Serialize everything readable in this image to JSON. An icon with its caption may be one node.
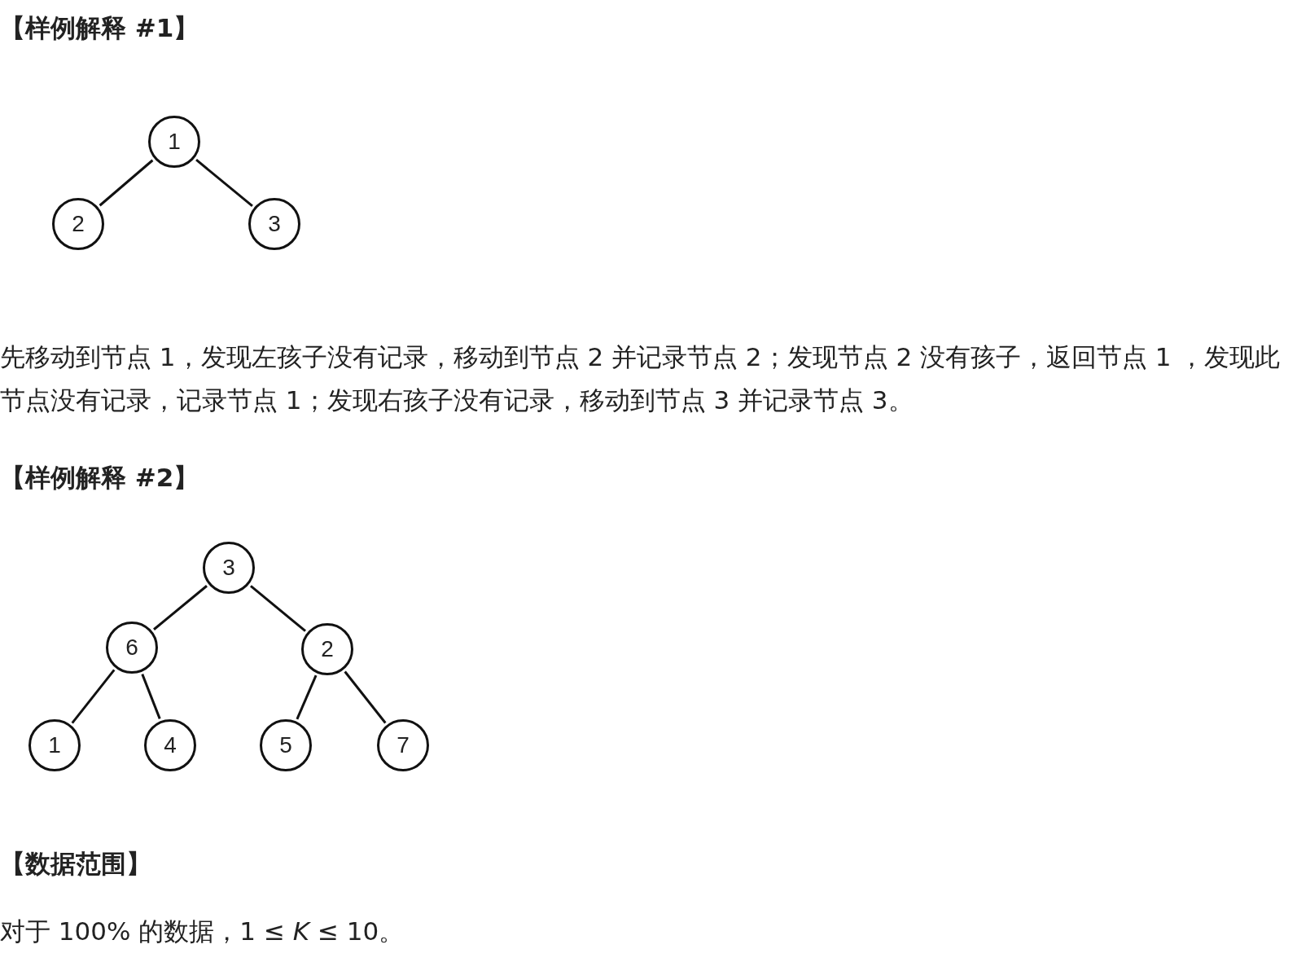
{
  "diagram": {
    "nodes": [
      {
        "text": [
          "1"
        ]
      },
      {
        "text": [
          "2"
        ]
      },
      {
        "text": [
          "3"
        ]
      },
      {
        "text": [
          "3"
        ]
      },
      {
        "text": [
          "6"
        ]
      },
      {
        "text": [
          "2"
        ]
      },
      {
        "text": [
          "1"
        ]
      },
      {
        "text": [
          "4"
        ]
      },
      {
        "text": [
          "5"
        ]
      },
      {
        "text": [
          "7"
        ]
      }
    ],
    "edges": [
      {
        "from": 0,
        "to": 1,
        "arrow": "none"
      },
      {
        "from": 0,
        "to": 2,
        "arrow": "none"
      },
      {
        "from": 3,
        "to": 4,
        "arrow": "none"
      },
      {
        "from": 3,
        "to": 5,
        "arrow": "none"
      },
      {
        "from": 4,
        "to": 6,
        "arrow": "none"
      },
      {
        "from": 4,
        "to": 7,
        "arrow": "none"
      },
      {
        "from": 5,
        "to": 8,
        "arrow": "none"
      },
      {
        "from": 5,
        "to": 9,
        "arrow": "none"
      }
    ],
    "labels": [
      "【样例解释 #1】",
      "先移动到节点 1，发现左孩子没有记录，移动到节点 2 并记录节点 2；发现节点 2 没有孩子，返回节点 1 ，发现此节点没有记录，记录节点 1；发现右孩子没有记录，移动到节点 3 并记录节点 3。",
      "【样例解释 #2】",
      "【数据范围】",
      "对于 100% 的数据，1 ≤ *K* ≤ 10。"
    ]
  }
}
